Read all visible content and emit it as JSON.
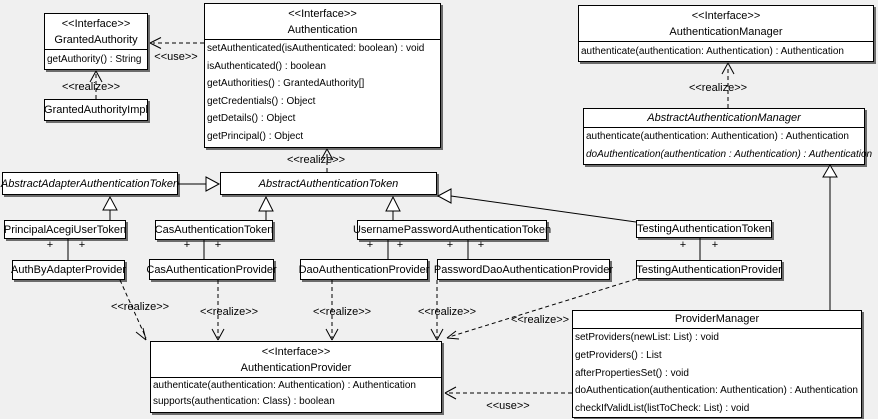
{
  "labels": {
    "use": "<<use>>",
    "realize": "<<realize>>",
    "plus": "+"
  },
  "classes": {
    "granted_authority": {
      "stereotype": "<<Interface>>",
      "name": "GrantedAuthority",
      "methods": [
        "getAuthority() : String"
      ]
    },
    "granted_authority_impl": {
      "name": "GrantedAuthorityImpl"
    },
    "authentication": {
      "stereotype": "<<Interface>>",
      "name": "Authentication",
      "methods": [
        "setAuthenticated(isAuthenticated: boolean) : void",
        "isAuthenticated() : boolean",
        "getAuthorities() : GrantedAuthority[]",
        "getCredentials() : Object",
        "getDetails() : Object",
        "getPrincipal() : Object"
      ]
    },
    "authentication_manager": {
      "stereotype": "<<Interface>>",
      "name": "AuthenticationManager",
      "methods": [
        "authenticate(authentication: Authentication) : Authentication"
      ]
    },
    "abstract_authentication_manager": {
      "name": "AbstractAuthenticationManager",
      "methods": [
        "authenticate(authentication: Authentication) : Authentication",
        "doAuthentication(authentication : Authentication) : Authentication"
      ]
    },
    "abstract_adapter_authentication_token": {
      "name": "AbstractAdapterAuthenticationToken"
    },
    "abstract_authentication_token": {
      "name": "AbstractAuthenticationToken"
    },
    "principal_acegi_user_token": {
      "name": "PrincipalAcegiUserToken"
    },
    "auth_by_adapter_provider": {
      "name": "AuthByAdapterProvider"
    },
    "cas_authentication_token": {
      "name": "CasAuthenticationToken"
    },
    "cas_authentication_provider": {
      "name": "CasAuthenticationProvider"
    },
    "username_password_authentication_token": {
      "name": "UsernamePasswordAuthenticationToken"
    },
    "dao_authentication_provider": {
      "name": "DaoAuthenticationProvider"
    },
    "password_dao_authentication_provider": {
      "name": "PasswordDaoAuthenticationProvider"
    },
    "testing_authentication_token": {
      "name": "TestingAuthenticationToken"
    },
    "testing_authentication_provider": {
      "name": "TestingAuthenticationProvider"
    },
    "provider_manager": {
      "name": "ProviderManager",
      "methods": [
        "setProviders(newList: List) : void",
        "getProviders() : List",
        "afterPropertiesSet() : void",
        "doAuthentication(authentication: Authentication) : Authentication",
        "checkIfValidList(listToCheck: List) : void"
      ]
    },
    "authentication_provider": {
      "stereotype": "<<Interface>>",
      "name": "AuthenticationProvider",
      "methods": [
        "authenticate(authentication: Authentication) : Authentication",
        "supports(authentication: Class) : boolean"
      ]
    }
  },
  "relationships": [
    {
      "from": "Authentication",
      "to": "GrantedAuthority",
      "type": "use"
    },
    {
      "from": "GrantedAuthorityImpl",
      "to": "GrantedAuthority",
      "type": "realize"
    },
    {
      "from": "AbstractAuthenticationToken",
      "to": "Authentication",
      "type": "realize"
    },
    {
      "from": "AbstractAuthenticationManager",
      "to": "AuthenticationManager",
      "type": "realize"
    },
    {
      "from": "AbstractAdapterAuthenticationToken",
      "to": "AbstractAuthenticationToken",
      "type": "generalization"
    },
    {
      "from": "PrincipalAcegiUserToken",
      "to": "AbstractAdapterAuthenticationToken",
      "type": "generalization"
    },
    {
      "from": "CasAuthenticationToken",
      "to": "AbstractAuthenticationToken",
      "type": "generalization"
    },
    {
      "from": "UsernamePasswordAuthenticationToken",
      "to": "AbstractAuthenticationToken",
      "type": "generalization"
    },
    {
      "from": "TestingAuthenticationToken",
      "to": "AbstractAuthenticationToken",
      "type": "generalization"
    },
    {
      "from": "PrincipalAcegiUserToken",
      "to": "AuthByAdapterProvider",
      "type": "association",
      "end_labels": [
        "+",
        "+"
      ]
    },
    {
      "from": "CasAuthenticationToken",
      "to": "CasAuthenticationProvider",
      "type": "association",
      "end_labels": [
        "+",
        "+"
      ]
    },
    {
      "from": "UsernamePasswordAuthenticationToken",
      "to": "DaoAuthenticationProvider",
      "type": "association",
      "end_labels": [
        "+",
        "+"
      ]
    },
    {
      "from": "UsernamePasswordAuthenticationToken",
      "to": "PasswordDaoAuthenticationProvider",
      "type": "association",
      "end_labels": [
        "+",
        "+"
      ]
    },
    {
      "from": "TestingAuthenticationToken",
      "to": "TestingAuthenticationProvider",
      "type": "association",
      "end_labels": [
        "+",
        "+"
      ]
    },
    {
      "from": "AuthByAdapterProvider",
      "to": "AuthenticationProvider",
      "type": "realize"
    },
    {
      "from": "CasAuthenticationProvider",
      "to": "AuthenticationProvider",
      "type": "realize"
    },
    {
      "from": "DaoAuthenticationProvider",
      "to": "AuthenticationProvider",
      "type": "realize"
    },
    {
      "from": "PasswordDaoAuthenticationProvider",
      "to": "AuthenticationProvider",
      "type": "realize"
    },
    {
      "from": "TestingAuthenticationProvider",
      "to": "AuthenticationProvider",
      "type": "realize"
    },
    {
      "from": "ProviderManager",
      "to": "AuthenticationProvider",
      "type": "use"
    },
    {
      "from": "ProviderManager",
      "to": "AbstractAuthenticationManager",
      "type": "generalization"
    }
  ]
}
